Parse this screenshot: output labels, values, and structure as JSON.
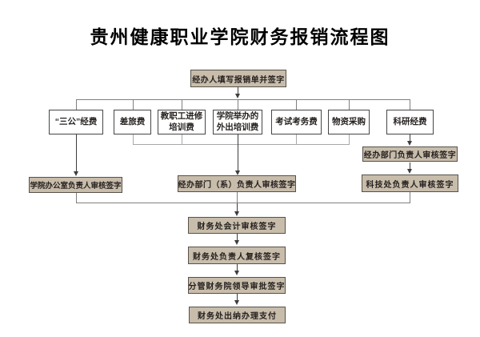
{
  "title": "贵州健康职业学院财务报销流程图",
  "nodes": {
    "start": "经办人填写报销单并签字",
    "categories": [
      "“三公”经费",
      "差旅费",
      "教职工进修培训费",
      "学院举办的外出培训费",
      "考试考务费",
      "物资采购",
      "科研经费"
    ],
    "dept_head_review": "经办部门负责人审核签字",
    "office_head_review": "学院办公室负责人审核签字",
    "dept_sys_head_review": "经办部门（系）负责人审核签字",
    "tech_dept_review": "科技处负责人审核签字",
    "accountant_review": "财务处会计审核签字",
    "finance_head_review": "财务处负责人复核签字",
    "leader_approval": "分管财务院领导审批签字",
    "cashier_payment": "财务处出纳办理支付"
  },
  "colors": {
    "node_fill": "#c8bcab",
    "node_border": "#57524a",
    "white_node_border": "#454545",
    "connector": "#7f7f7f",
    "connector_light": "#a8a8a8",
    "arrow": "#3d3d3d",
    "text": "#262220",
    "background": "#ffffff"
  }
}
